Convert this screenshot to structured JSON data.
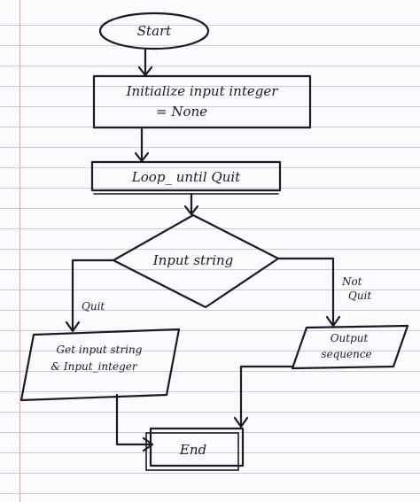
{
  "flowchart": {
    "start": "Start",
    "init": [
      "Initialize input integer",
      "= None"
    ],
    "loop": "Loop_ until Quit",
    "decision": "Input string",
    "branch_left": "Quit",
    "branch_right": [
      "Not",
      "Quit"
    ],
    "get_box": [
      "Get input string",
      "& Input_integer"
    ],
    "output_box": [
      "Output",
      "sequence"
    ],
    "end": "End"
  },
  "colors": {
    "ink": "#1a1a26",
    "paper": "#fbfbfd",
    "rule": "#c9c9dd"
  }
}
